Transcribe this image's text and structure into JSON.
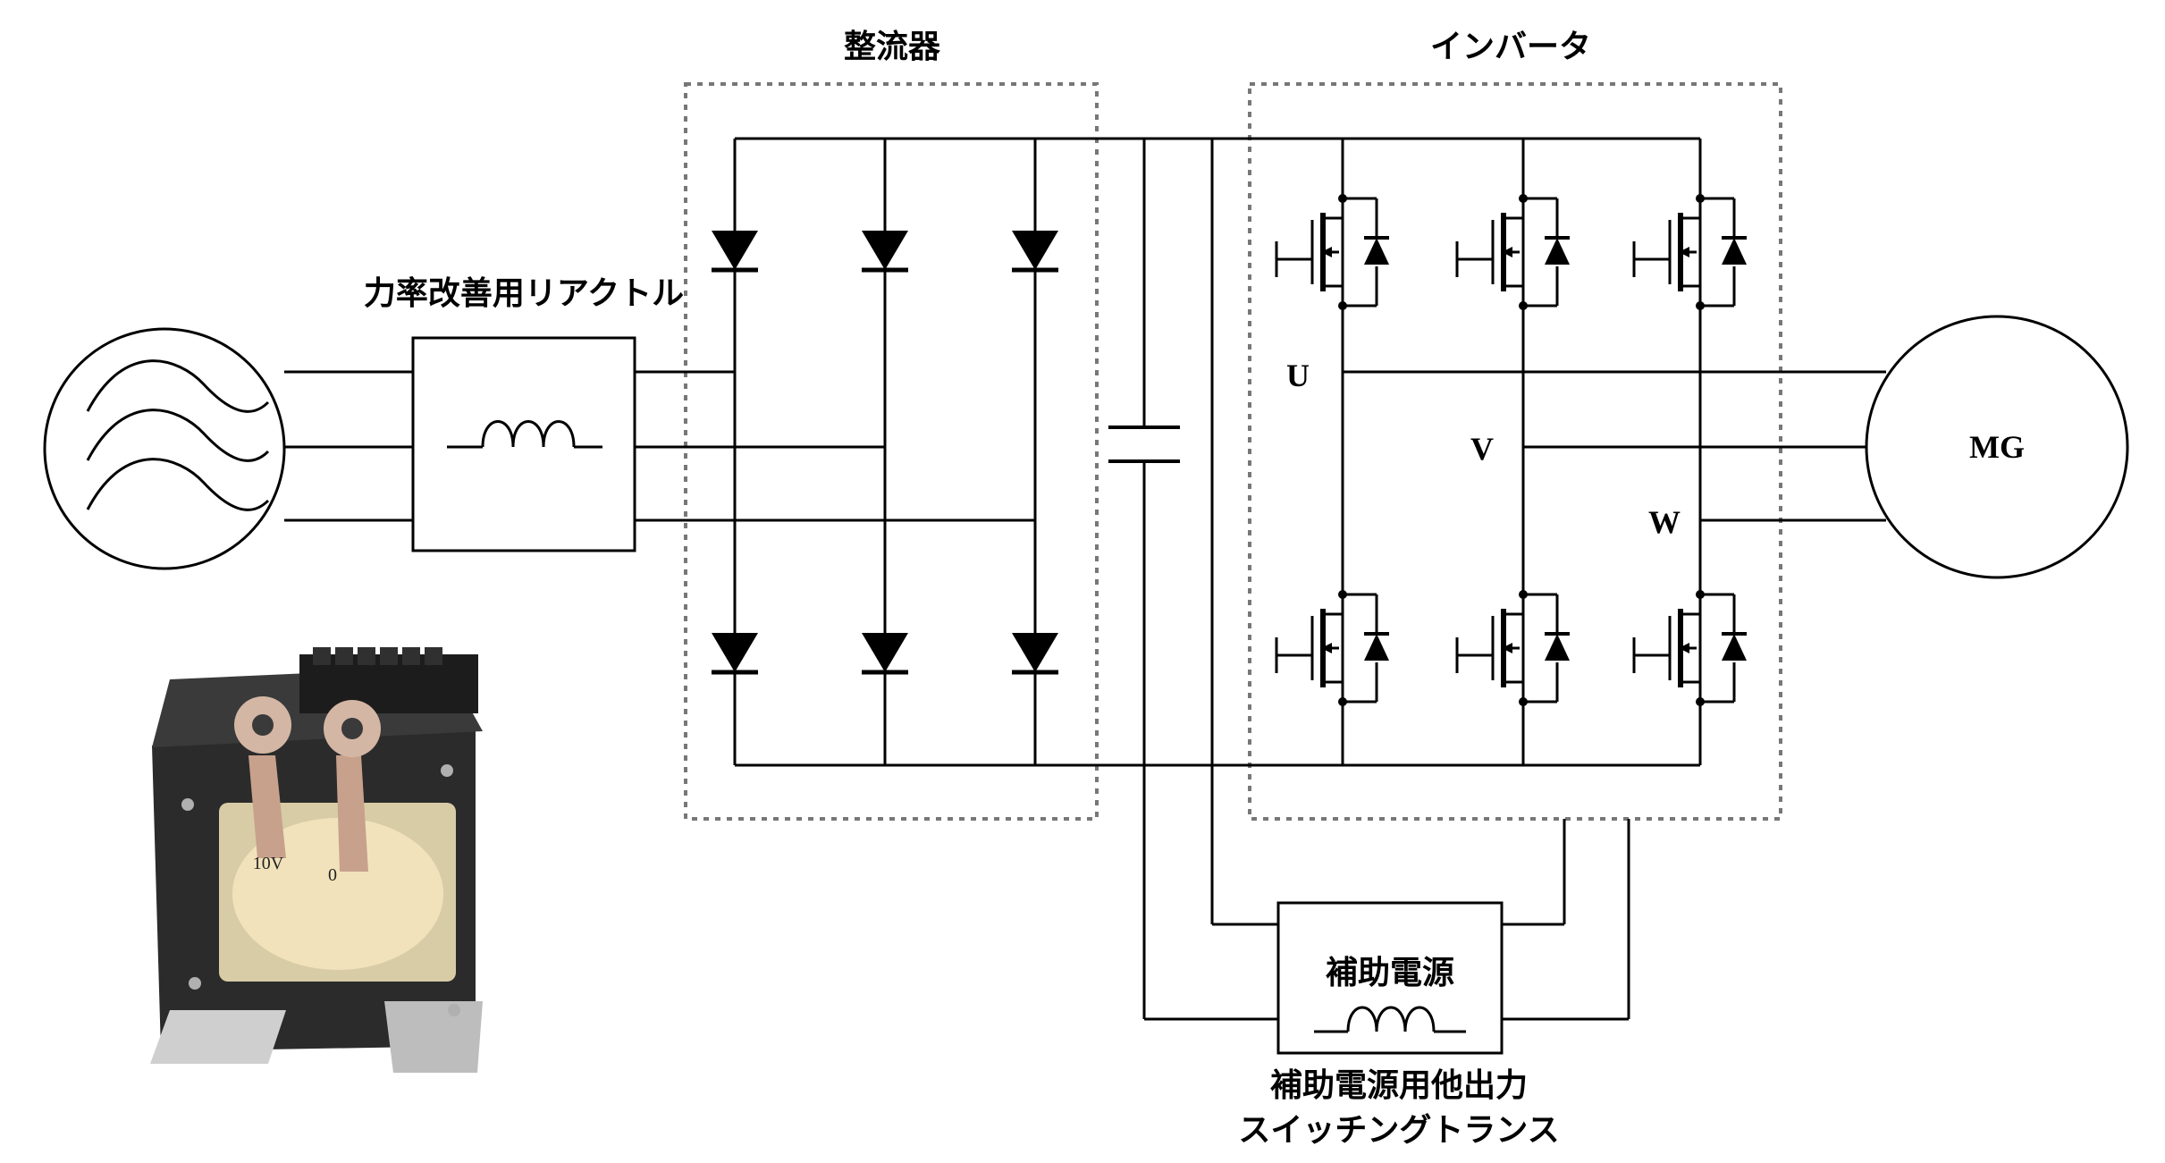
{
  "labels": {
    "rectifier": "整流器",
    "inverter": "インバータ",
    "reactor": "力率改善用リアクトル",
    "aux_supply": "補助電源",
    "transformer_line1": "補助電源用他出力",
    "transformer_line2": "スイッチングトランス",
    "motor": "MG",
    "phase_u": "U",
    "phase_v": "V",
    "phase_w": "W"
  },
  "photo_terminal_labels": {
    "left": "10V",
    "right": "0"
  }
}
